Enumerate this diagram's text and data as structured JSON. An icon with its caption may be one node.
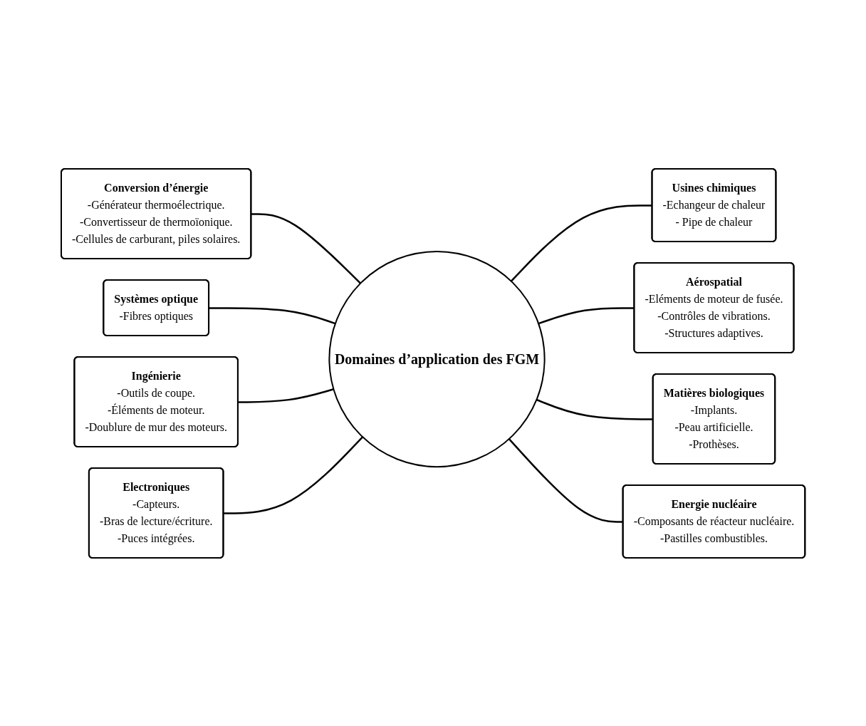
{
  "diagram": {
    "nodes": [
      {
        "text": [
          "Domaines d’application des FGM"
        ]
      },
      {
        "text": [
          "Conversion d’énergie",
          "-Générateur thermoélectrique.",
          "-Convertisseur de thermoïonique.",
          "-Cellules de carburant, piles solaires."
        ]
      },
      {
        "text": [
          "Systèmes optique",
          "-Fibres optiques"
        ]
      },
      {
        "text": [
          "Usines chimiques",
          "-Echangeur de chaleur",
          "- Pipe de chaleur"
        ]
      },
      {
        "text": [
          "Ingénierie",
          "-Outils de coupe.",
          "-Éléments de moteur.",
          "-Doublure de mur des moteurs."
        ]
      },
      {
        "text": [
          "Aérospatial",
          "-Eléments de moteur de fusée.",
          "-Contrôles de vibrations.",
          "-Structures adaptives."
        ]
      },
      {
        "text": [
          "Electroniques",
          "-Capteurs.",
          "-Bras de lecture/écriture.",
          "-Puces intégrées."
        ]
      },
      {
        "text": [
          "Matières biologiques",
          "-Implants.",
          "-Peau artificielle.",
          "-Prothèses."
        ]
      },
      {
        "text": [
          "Energie nucléaire",
          "-Composants de réacteur nucléaire.",
          "-Pastilles combustibles."
        ]
      }
    ],
    "edges": [
      {
        "from": 1,
        "to": 0,
        "arrow": "none"
      },
      {
        "from": 2,
        "to": 0,
        "arrow": "none"
      },
      {
        "from": 4,
        "to": 0,
        "arrow": "none"
      },
      {
        "from": 6,
        "to": 0,
        "arrow": "none"
      },
      {
        "from": 0,
        "to": 3,
        "arrow": "none"
      },
      {
        "from": 0,
        "to": 5,
        "arrow": "none"
      },
      {
        "from": 0,
        "to": 7,
        "arrow": "none"
      },
      {
        "from": 0,
        "to": 8,
        "arrow": "none"
      }
    ]
  }
}
